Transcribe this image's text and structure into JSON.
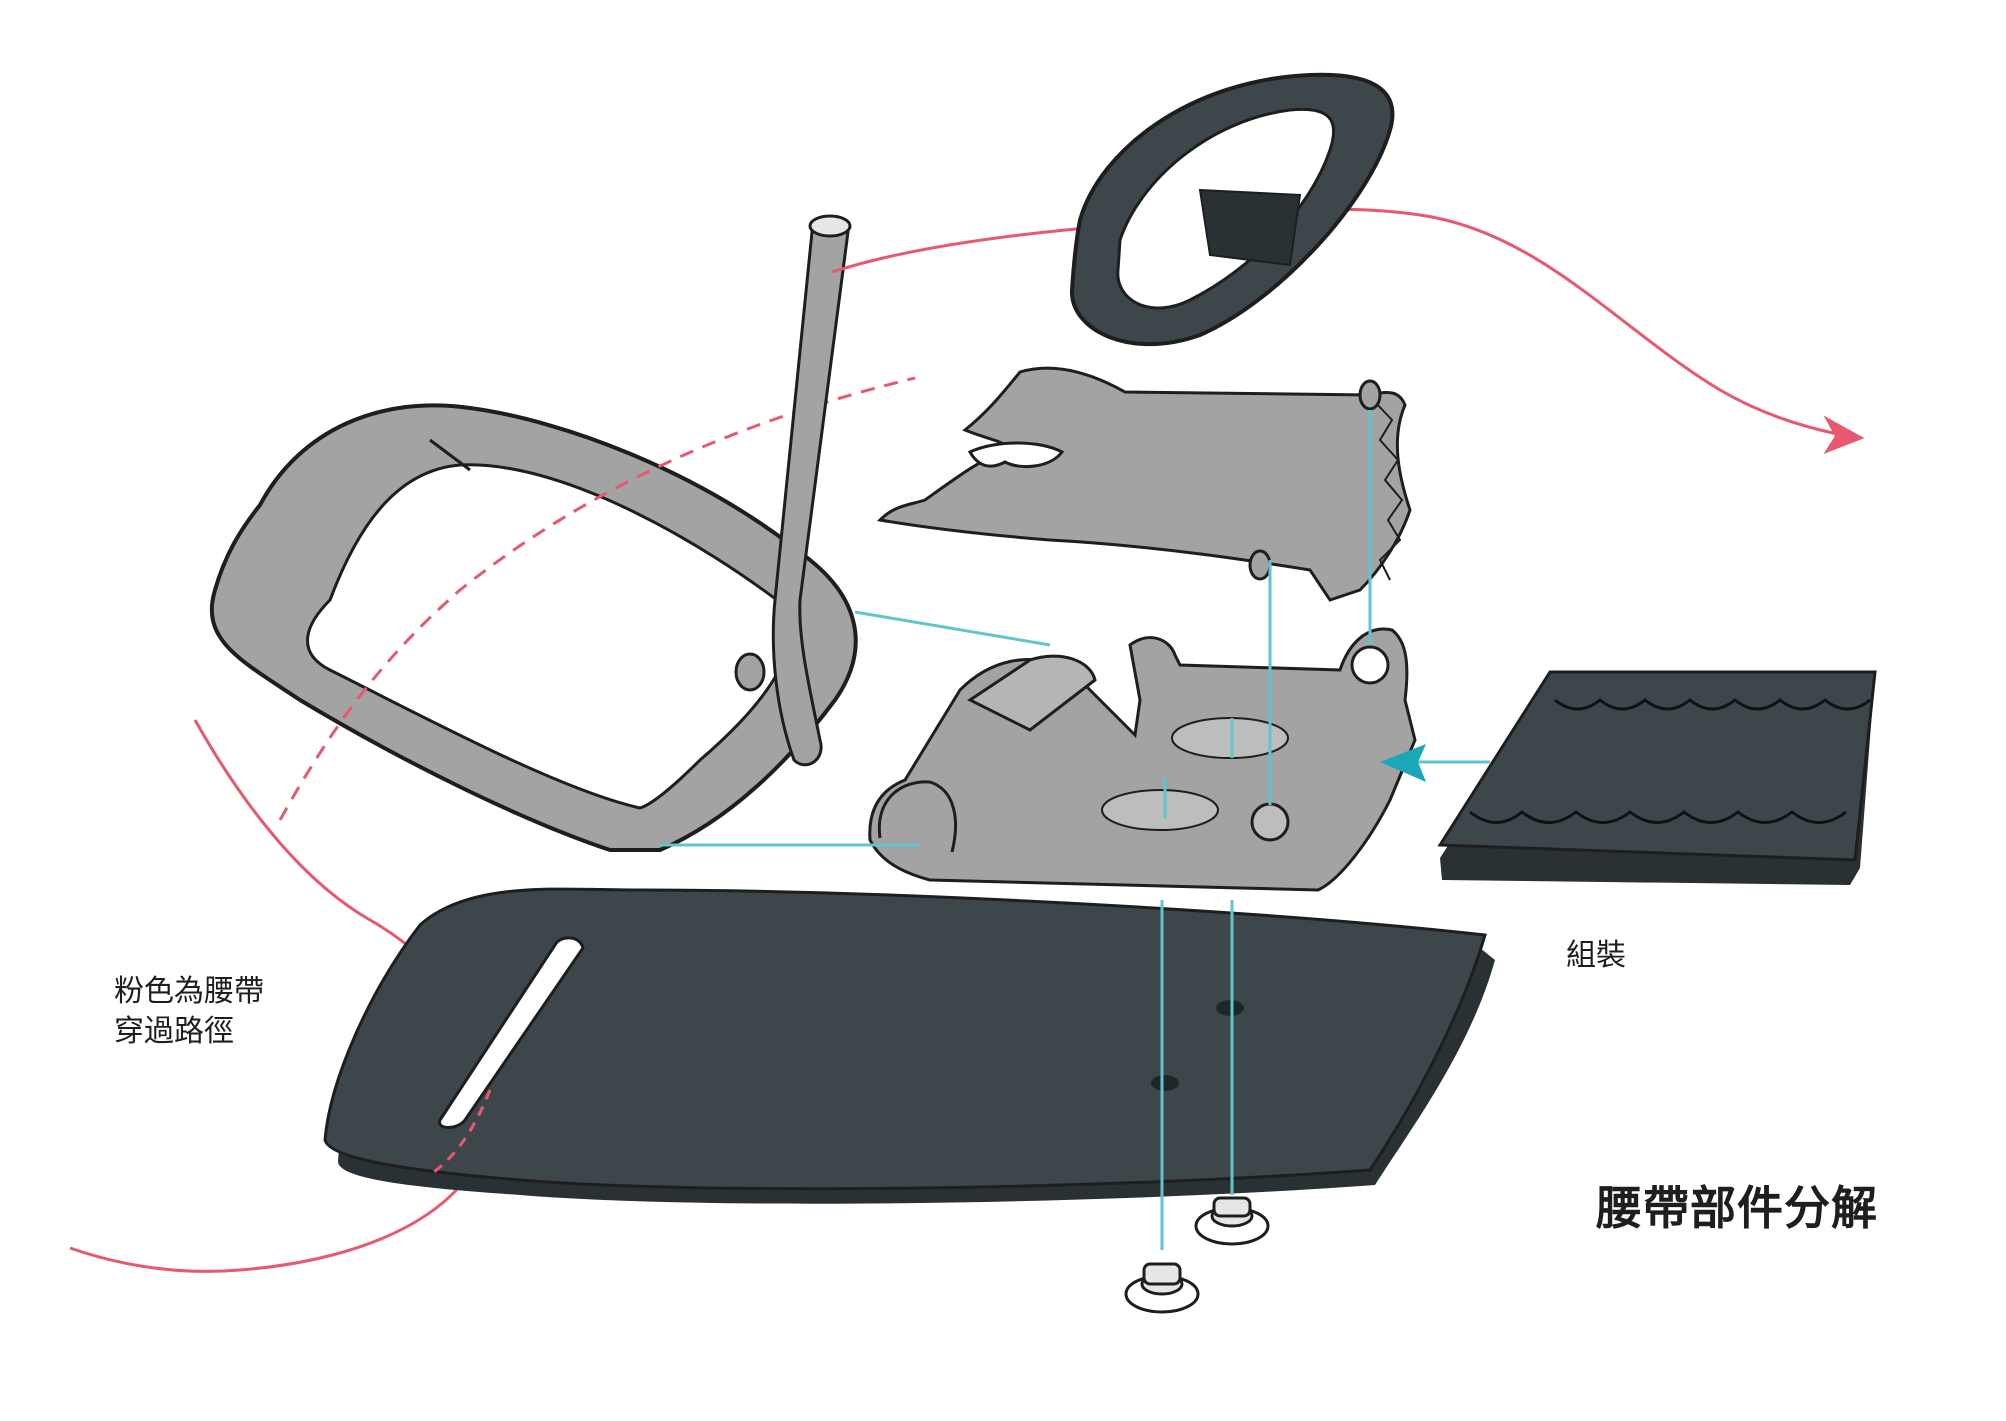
{
  "labels": {
    "path_note_line1": "粉色為腰帶",
    "path_note_line2": "穿過路徑",
    "assembly": "組裝",
    "title": "腰帶部件分解"
  },
  "colors": {
    "belt_path": "#e8586e",
    "leader": "#5fc6cc",
    "arrow": "#1aa8b8",
    "leather": "#3d474b",
    "metal": "#a3a3a3",
    "ink": "#1e1e1e"
  },
  "icons": {
    "buckle_frame": "buckle-frame-icon",
    "prong": "prong-icon",
    "keeper_loop": "keeper-loop-icon",
    "clamp_plate": "clamp-plate-icon",
    "hinge_base": "hinge-base-icon",
    "belt_strap": "belt-strap-icon",
    "belt_tab": "belt-tab-icon",
    "rivet": "rivet-icon",
    "path_arrow": "arrow-right-icon",
    "insert_arrow": "arrow-left-icon"
  }
}
